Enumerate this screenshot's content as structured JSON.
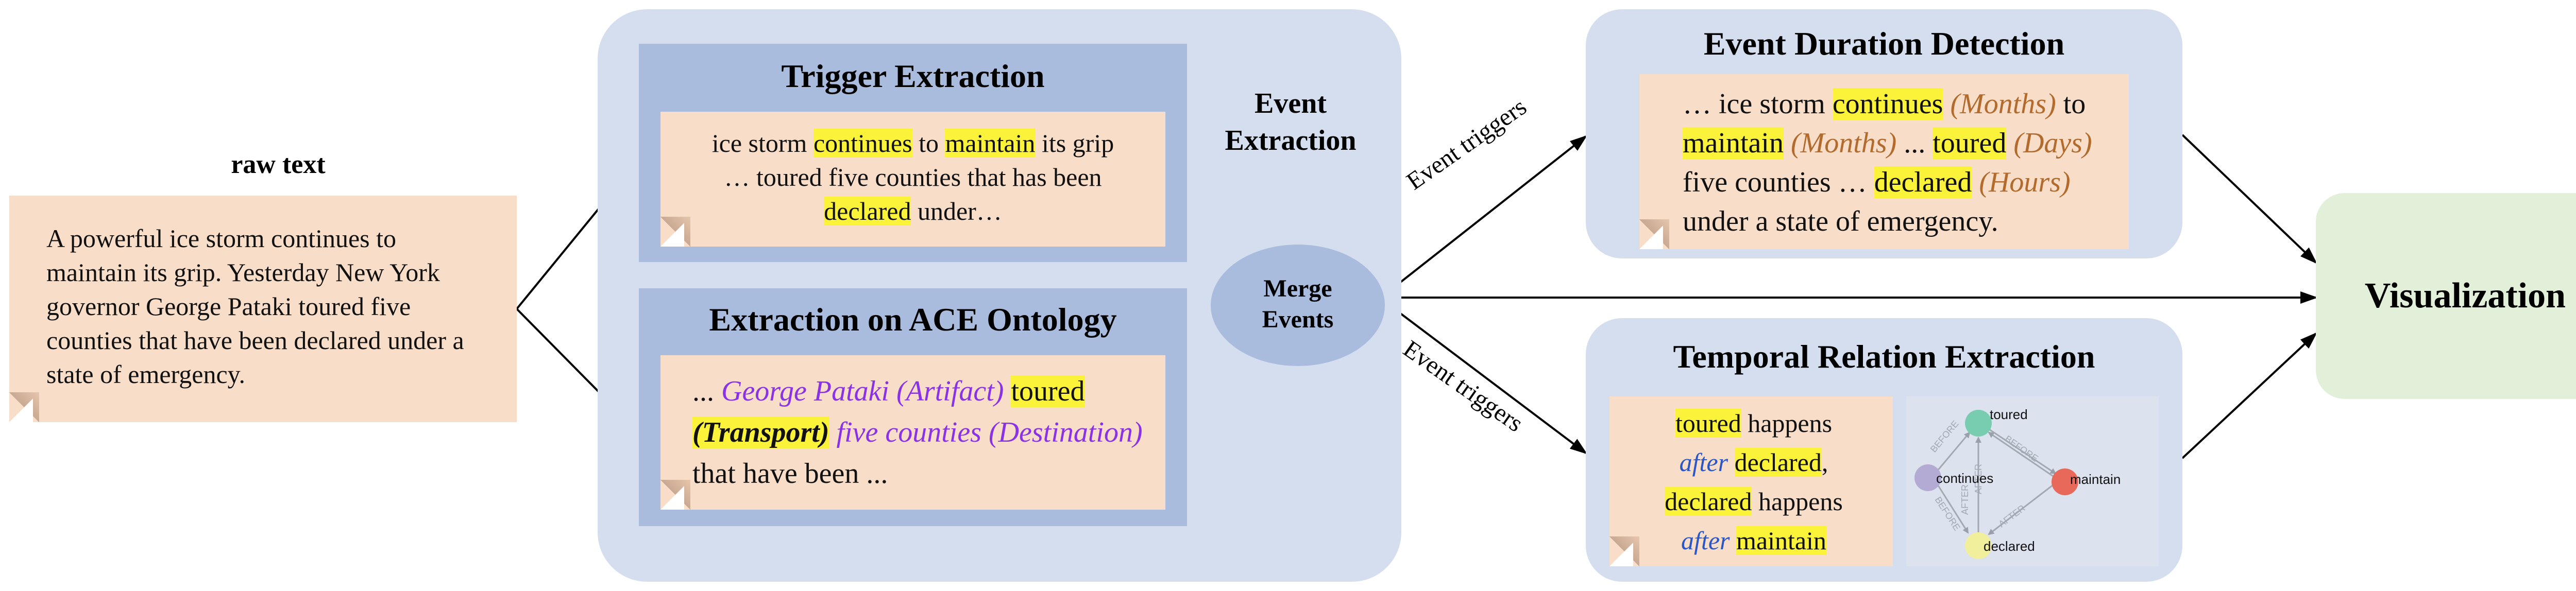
{
  "raw_text": {
    "label": "raw text",
    "body": "A powerful ice storm continues to maintain its grip. Yesterday New York governor George Pataki toured five counties that have been declared under a state of emergency."
  },
  "event_extraction": {
    "label_line1": "Event",
    "label_line2": "Extraction",
    "trigger": {
      "title": "Trigger Extraction",
      "t1": "ice storm ",
      "h1": "continues",
      "t2": " to ",
      "h2": "maintain",
      "t3": " its grip … toured five counties that has been ",
      "h3": "declared",
      "t4": " under…"
    },
    "ace": {
      "title": "Extraction on ACE Ontology",
      "t1": "... ",
      "a1": "George Pataki (Artifact)",
      "t2": " ",
      "h1": "toured",
      "h2": "(Transport)",
      "t3": " ",
      "a2": "five counties (Destination)",
      "t4": " that have been ..."
    }
  },
  "merge": {
    "line1": "Merge",
    "line2": "Events"
  },
  "edge_labels": {
    "upper": "Event triggers",
    "lower": "Event triggers"
  },
  "duration": {
    "title": "Event Duration Detection",
    "t1": "… ice storm ",
    "h1": "continues",
    "d1": "(Months)",
    "t2": " to",
    "h2": "maintain",
    "d2": "(Months)",
    "t3": " ... ",
    "h3": "toured",
    "d3": "(Days)",
    "t4": "five counties … ",
    "h4": "declared",
    "d4": "(Hours)",
    "t5": "under a state of emergency."
  },
  "temporal": {
    "title": "Temporal Relation Extraction",
    "h1": "toured",
    "t1": "  happens",
    "r1": "after",
    "h2": "declared",
    "t2": ",",
    "h3": "declared",
    "t3": " happens",
    "r2": "after",
    "h4": "maintain",
    "graph": {
      "nodes": [
        {
          "label": "toured",
          "color": "#78cdb1"
        },
        {
          "label": "continues",
          "color": "#b4abd4"
        },
        {
          "label": "maintain",
          "color": "#e8695a"
        },
        {
          "label": "declared",
          "color": "#f2ef9c"
        }
      ],
      "edge_labels": [
        "BEFORE",
        "BEFORE",
        "AFTER",
        "BEFORE",
        "AFTER",
        "AFTER"
      ]
    }
  },
  "visualization": {
    "label": "Visualization"
  },
  "colors": {
    "panel": "#d5deef",
    "inner_box": "#a9bcde",
    "note": "#f8ddc9",
    "highlight": "#fbf23a",
    "ace_purple": "#8a33e6",
    "duration_brown": "#b26a2d",
    "relation_blue": "#2b56c8",
    "visualization_green": "#e2efd9"
  }
}
